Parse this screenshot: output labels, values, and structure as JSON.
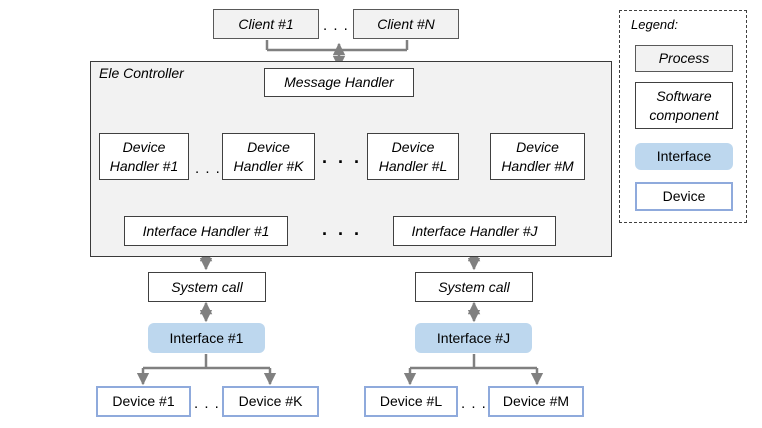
{
  "clients": {
    "first": "Client #1",
    "last": "Client #N",
    "dots": ". . ."
  },
  "controller": {
    "title": "Ele Controller",
    "message_handler": "Message Handler",
    "device_handlers": [
      {
        "line1": "Device",
        "line2": "Handler #1"
      },
      {
        "line1": "Device",
        "line2": "Handler #K"
      },
      {
        "line1": "Device",
        "line2": "Handler #L"
      },
      {
        "line1": "Device",
        "line2": "Handler #M"
      }
    ],
    "dh_dots": ". . .",
    "dh_big_dots": ". . .",
    "interface_handlers": [
      "Interface Handler #1",
      "Interface Handler #J"
    ],
    "ih_dots": ". . ."
  },
  "system_calls": [
    "System call",
    "System call"
  ],
  "interfaces": [
    "Interface #1",
    "Interface #J"
  ],
  "devices": [
    "Device #1",
    "Device #K",
    "Device #L",
    "Device #M"
  ],
  "device_dots": ". . .",
  "legend": {
    "title": "Legend:",
    "process": "Process",
    "software_line1": "Software",
    "software_line2": "component",
    "interface": "Interface",
    "device": "Device"
  },
  "colors": {
    "interface_fill": "#bdd7ee",
    "device_border": "#8faadc",
    "connector": "#808080",
    "process_fill": "#f2f2f2"
  }
}
